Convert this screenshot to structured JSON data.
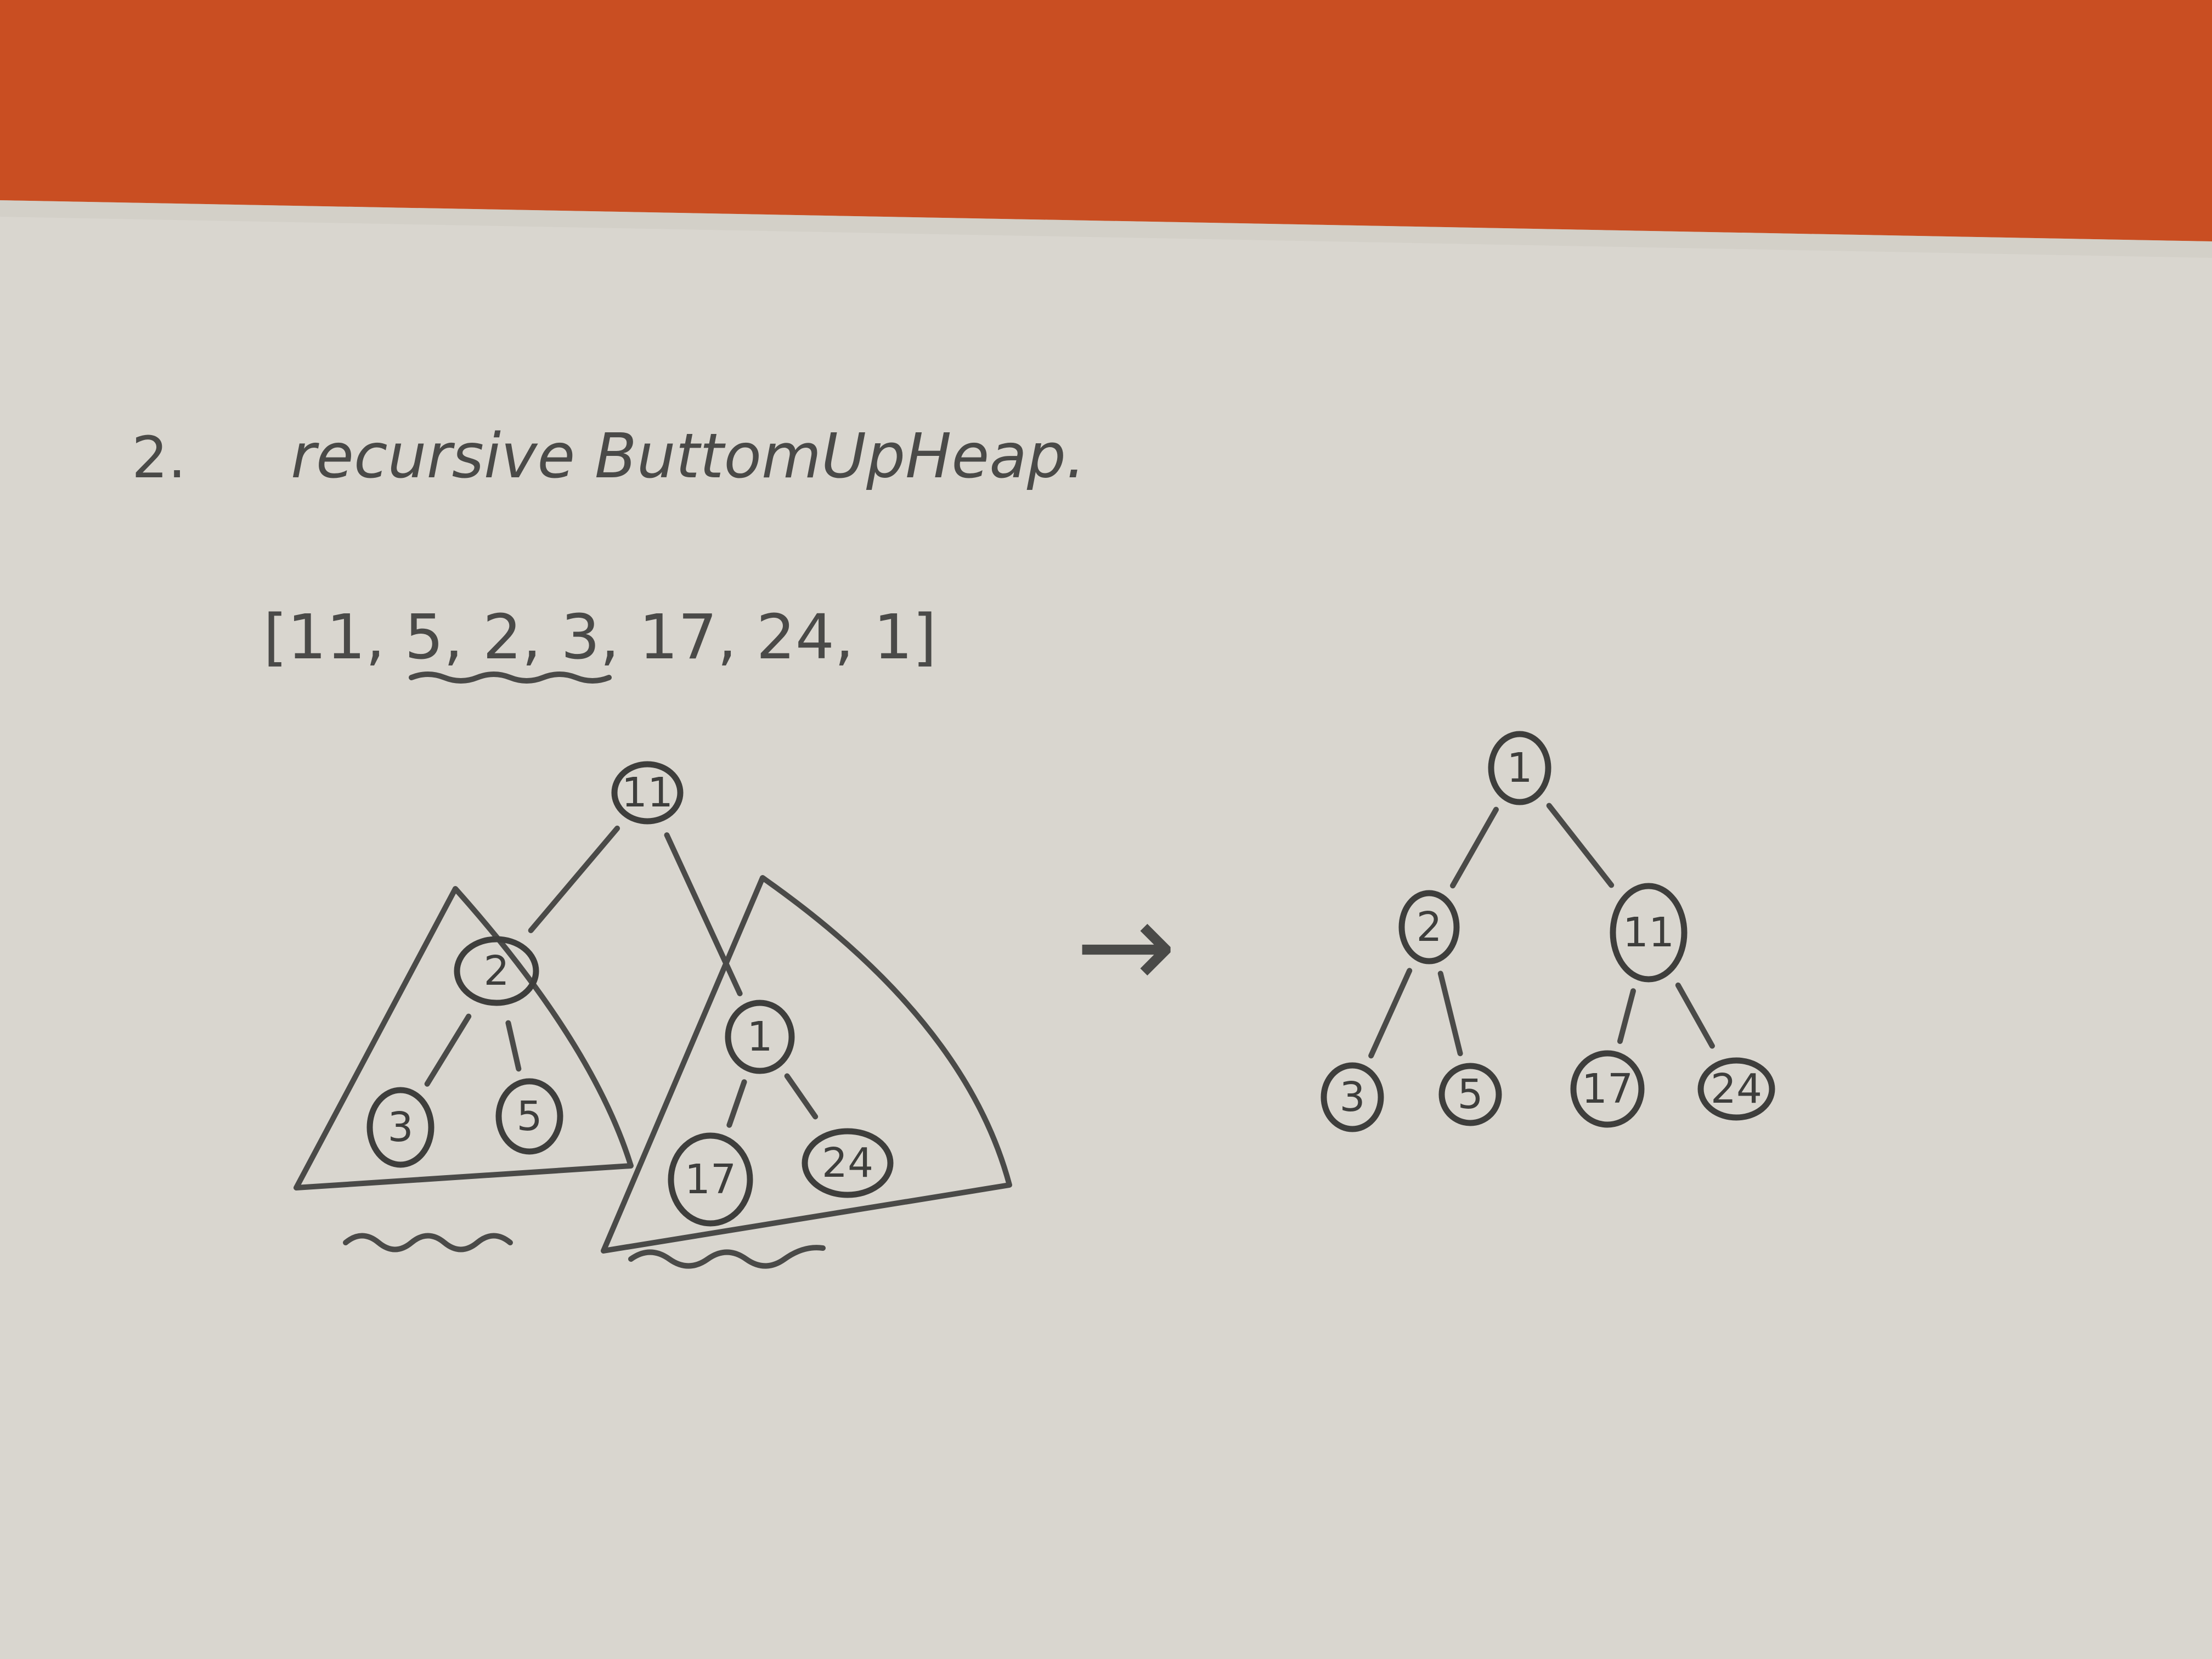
{
  "colors": {
    "background": "#c94e22",
    "paper": "#d9d6cf",
    "ink": "#4a4a48"
  },
  "heading": {
    "number": "2.",
    "title": "recursive ButtomUpHeap."
  },
  "array_text": "[11, 5, 2, 3, 17, 24, 1]",
  "arrow": "→",
  "left_tree": {
    "nodes": [
      {
        "id": "l-root",
        "label": "11"
      },
      {
        "id": "l-mid-left",
        "label": "2"
      },
      {
        "id": "l-mid-right",
        "label": "1"
      },
      {
        "id": "l-leaf-1",
        "label": "3"
      },
      {
        "id": "l-leaf-2",
        "label": "5"
      },
      {
        "id": "l-leaf-3",
        "label": "17"
      },
      {
        "id": "l-leaf-4",
        "label": "24"
      }
    ],
    "edges": [
      [
        "l-root",
        "l-mid-left"
      ],
      [
        "l-root",
        "l-mid-right"
      ],
      [
        "l-mid-left",
        "l-leaf-1"
      ],
      [
        "l-mid-left",
        "l-leaf-2"
      ],
      [
        "l-mid-right",
        "l-leaf-3"
      ],
      [
        "l-mid-right",
        "l-leaf-4"
      ]
    ]
  },
  "right_tree": {
    "nodes": [
      {
        "id": "r-root",
        "label": "1"
      },
      {
        "id": "r-mid-left",
        "label": "2"
      },
      {
        "id": "r-mid-right",
        "label": "11"
      },
      {
        "id": "r-leaf-1",
        "label": "3"
      },
      {
        "id": "r-leaf-2",
        "label": "5"
      },
      {
        "id": "r-leaf-3",
        "label": "17"
      },
      {
        "id": "r-leaf-4",
        "label": "24"
      }
    ],
    "edges": [
      [
        "r-root",
        "r-mid-left"
      ],
      [
        "r-root",
        "r-mid-right"
      ],
      [
        "r-mid-left",
        "r-leaf-1"
      ],
      [
        "r-mid-left",
        "r-leaf-2"
      ],
      [
        "r-mid-right",
        "r-leaf-3"
      ],
      [
        "r-mid-right",
        "r-leaf-4"
      ]
    ]
  }
}
